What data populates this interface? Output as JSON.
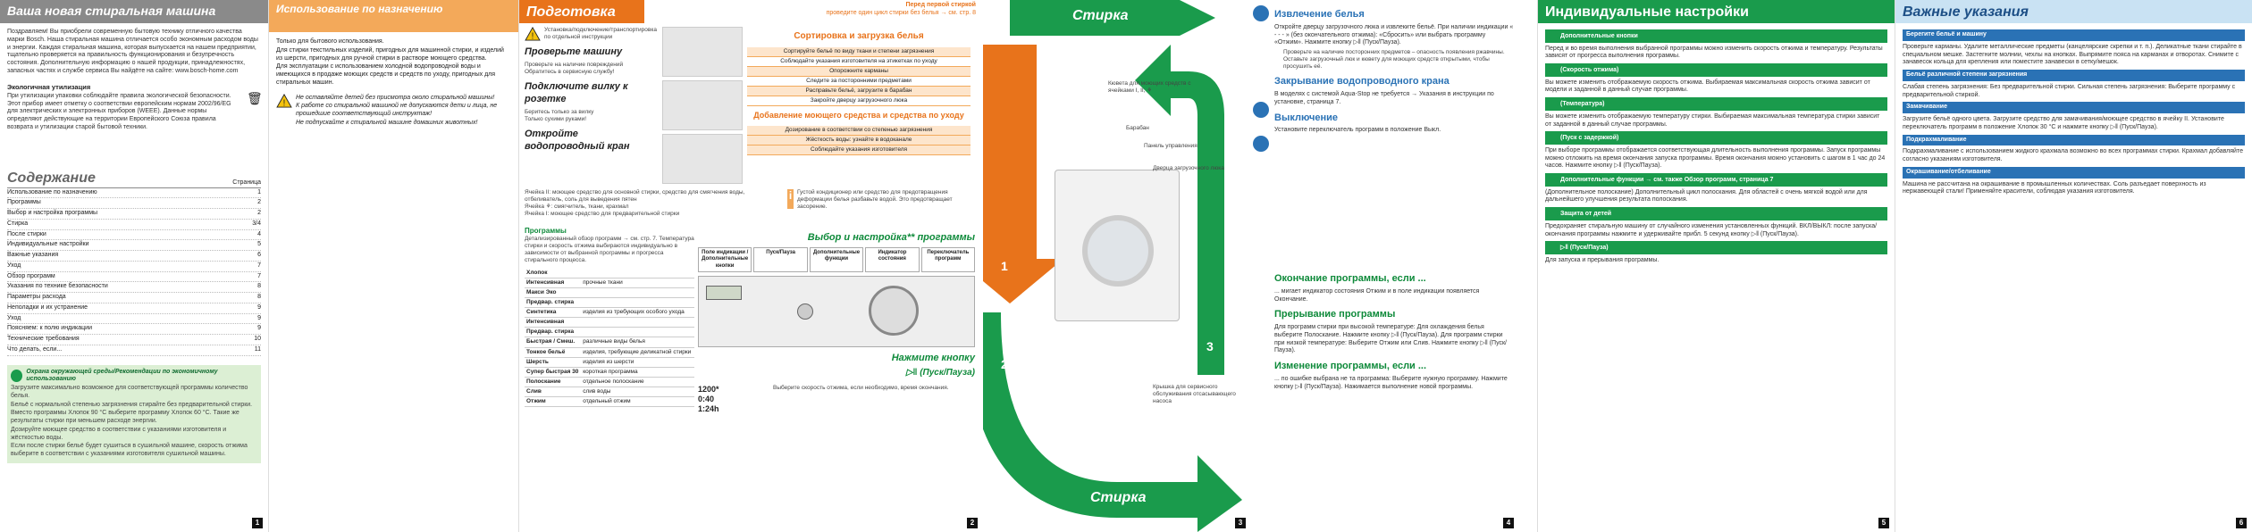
{
  "p1": {
    "title": "Ваша новая стиральная машина",
    "intro": "Поздравляем! Вы приобрели современную бытовую технику отличного качества марки Bosch. Наша стиральная машина отличается особо экономным расходом воды и энергии. Каждая стиральная машина, которая выпускается на нашем предприятии, тщательно проверяется на правильность функционирования и безупречность состояния. Дополнительную информацию о нашей продукции, принадлежностях, запасных частях и службе сервиса Вы найдёте на сайте: www.bosch-home.com",
    "disposal_title": "Экологичная утилизация",
    "disposal_text": "При утилизации упаковки соблюдайте правила экологической безопасности. Этот прибор имеет отметку о соответствии европейским нормам 2002/96/EG для электрических и электронных приборов (WEEE). Данные нормы определяют действующие на территории Европейского Союза правила возврата и утилизации старой бытовой техники.",
    "toc_title": "Содержание",
    "toc_page": "Страница",
    "toc": [
      {
        "label": "Использование по назначению",
        "page": "1"
      },
      {
        "label": "Программы",
        "page": "2"
      },
      {
        "label": "Выбор и настройка программы",
        "page": "2"
      },
      {
        "label": "Стирка",
        "page": "3/4"
      },
      {
        "label": "После стирки",
        "page": "4"
      },
      {
        "label": "Индивидуальные настройки",
        "page": "5"
      },
      {
        "label": "Важные указания",
        "page": "6"
      },
      {
        "label": "Уход",
        "page": "7"
      },
      {
        "label": "Обзор программ",
        "page": "7"
      },
      {
        "label": "Указания по технике безопасности",
        "page": "8"
      },
      {
        "label": "Параметры расхода",
        "page": "8"
      },
      {
        "label": "Неполадки и их устранение",
        "page": "9"
      },
      {
        "label": "Уход",
        "page": "9"
      },
      {
        "label": "Поясняем: к полю индикации",
        "page": "9"
      },
      {
        "label": "Технические требования",
        "page": "10"
      },
      {
        "label": "Что делать, если...",
        "page": "11"
      }
    ],
    "env_title": "Охрана окружающей среды/Рекомендации по экономичному использованию",
    "env_items": [
      "Загрузите максимально возможное для соответствующей программы количество белья.",
      "Бельё с нормальной степенью загрязнения стирайте без предварительной стирки.",
      "Вместо программы Хлопок 90 °C выберите программу Хлопок 60 °C. Такие же результаты стирки при меньшем расходе энергии.",
      "Дозируйте моющее средство в соответствии с указаниями изготовителя и жёсткостью воды.",
      "Если после стирки бельё будет сушиться в сушильной машине, скорость отжима выберите в соответствии с указаниями изготовителя сушильной машины."
    ],
    "page_no": "1"
  },
  "p1b": {
    "title": "Использование по назначению",
    "items": [
      "Только для бытового использования.",
      "Для стирки текстильных изделий, пригодных для машинной стирки, и изделий из шерсти, пригодных для ручной стирки в растворе моющего средства.",
      "Для эксплуатации с использованием холодной водопроводной воды и имеющихся в продаже моющих средств и средств по уходу, пригодных для стиральных машин."
    ],
    "warnings": [
      "Не оставляйте детей без присмотра около стиральной машины!",
      "К работе со стиральной машиной не допускаются дети и лица, не прошедшие соответствующий инструктаж!",
      "Не подпускайте к стиральной машине домашних животных!"
    ]
  },
  "p2": {
    "prep_title": "Подготовка",
    "prep_sub": "Перед первой стиркой",
    "prep_sub2": "проведите один цикл стирки без белья → см. стр. 8",
    "prep_box": "Установка/подключение/транспортировка по отдельной инструкции",
    "check_title": "Проверьте машину",
    "check_items": [
      "Проверьте на наличие повреждений",
      "Обратитесь в сервисную службу!"
    ],
    "plug_title": "Подключите вилку к розетке",
    "plug_items": [
      "Беритесь только за вилку",
      "Только сухими руками!"
    ],
    "tap_title": "Откройте водопроводный кран",
    "sort_title": "Сортировка и загрузка белья",
    "sort_rows": [
      "Сортируйте бельё по виду ткани и степени загрязнения",
      "Соблюдайте указания изготовителя на этикетках по уходу",
      "Опорожните карманы",
      "Следите за посторонними предметами",
      "Расправьте бельё, загрузите в барабан",
      "Закройте дверцу загрузочного люка"
    ],
    "det_title": "Добавление моющего средства и средства по уходу",
    "det_rows": [
      "Дозирование в соответствии со степенью загрязнения",
      "Жёсткость воды: узнайте в водоканале",
      "Соблюдайте указания изготовителя"
    ],
    "notes": [
      "Ячейка II: моющее средство для основной стирки, средство для смягчения воды, отбеливатель, соль для выведения пятен",
      "Ячейка ⚘: смягчитель, ткани, крахмал",
      "Ячейка I: моющее средство для предварительной стирки"
    ],
    "info_text": "Густой кондиционер или средство для предотвращения деформации белья разбавьте водой. Это предотвращает засорение.",
    "prog_title": "Программы",
    "prog_text": "Детализированный обзор программ → см. стр. 7. Температура стирки и скорость отжима выбираются индивидуально в зависимости от выбранной программы и прогресса стирального процесса.",
    "programs": [
      {
        "name": "Хлопок",
        "desc": ""
      },
      {
        "name": "Интенсивная",
        "desc": "прочные ткани"
      },
      {
        "name": "Макси Эко",
        "desc": ""
      },
      {
        "name": "Предвар. стирка",
        "desc": ""
      },
      {
        "name": "Синтетика",
        "desc": "изделия из требующих особого ухода"
      },
      {
        "name": "Интенсивная",
        "desc": ""
      },
      {
        "name": "Предвар. стирка",
        "desc": ""
      },
      {
        "name": "Быстрая / Смеш.",
        "desc": "различные виды белья"
      },
      {
        "name": "Тонкое бельё",
        "desc": "изделия, требующие деликатной стирки"
      },
      {
        "name": "Шерсть",
        "desc": "изделия из шерсти"
      },
      {
        "name": "Супер быстрая 30",
        "desc": "короткая программа"
      },
      {
        "name": "Полоскание",
        "desc": "отдельное полоскание"
      },
      {
        "name": "Слив",
        "desc": "слив воды"
      },
      {
        "name": "Отжим",
        "desc": "отдельный отжим"
      }
    ],
    "choose_title": "Выбор и настройка** программы",
    "panel_cols": [
      "Поле индикации / Дополнительные кнопки",
      "Пуск/Пауза",
      "Дополнительные функции",
      "Индикатор состояния",
      "Переключатель программ"
    ],
    "click_title": "Нажмите кнопку",
    "click_btn": "▷‖ (Пуск/Пауза)",
    "panel_vals": [
      "1200*",
      "0:40",
      "1:24h"
    ],
    "info2": "Выберите скорость отжима, если необходимо, время окончания.",
    "page_no": "2"
  },
  "p3": {
    "title": "Стирка",
    "title_bottom": "Стирка",
    "labels": [
      "Кювета для моющих средств с ячейками I, II, ⚘",
      "Барабан",
      "Панель управления",
      "Дверца загрузочного люка",
      "Крышка для сервисного обслуживания отсасывающего насоса"
    ],
    "steps": [
      "1",
      "2",
      "3"
    ],
    "page_no": "3"
  },
  "p4": {
    "unload_title": "Извлечение белья",
    "unload_text": "Откройте дверцу загрузочного люка и извлеките бельё. При наличии индикации « - - - » (без окончательного отжима): «Сбросить» или выбрать программу «Отжим». Нажмите кнопку ▷‖ (Пуск/Пауза).",
    "unload_items": [
      "Проверьте на наличие посторонних предметов – опасность появления ржавчины.",
      "Оставьте загрузочный люк и кювету для моющих средств открытыми, чтобы просушить её."
    ],
    "tap_title": "Закрывание водопроводного крана",
    "tap_text": "В моделях с системой Aqua-Stop не требуется → Указания в инструкции по установке, страница 7.",
    "off_title": "Выключение",
    "off_text": "Установите переключатель программ в положение Выкл.",
    "end_title": "Окончание программы, если ...",
    "end_text": "... мигает индикатор состояния Отжим и в поле индикации появляется Окончание.",
    "int_title": "Прерывание программы",
    "int_text": "Для программ стирки при высокой температуре: Для охлаждения белья выберите Полоскание. Нажмите кнопку ▷‖ (Пуск/Пауза). Для программ стирки при низкой температуре: Выберите Отжим или Слив. Нажмите кнопку ▷‖ (Пуск/Пауза).",
    "chg_title": "Изменение программы, если ...",
    "chg_text": "... по ошибке выбрана не та программа: Выберите нужную программу. Нажмите кнопку ▷‖ (Пуск/Пауза). Нажимается выполнение новой программы.",
    "page_no": "4"
  },
  "p5": {
    "title": "Индивидуальные настройки",
    "sections": [
      {
        "title": "Дополнительные кнопки",
        "text": "Перед и во время выполнения выбранной программы можно изменить скорость отжима и температуру. Результаты зависят от прогресса выполнения программы."
      },
      {
        "title": "(Скорость отжима)",
        "text": "Вы можете изменить отображаемую скорость отжима. Выбираемая максимальная скорость отжима зависит от модели и заданной в данный случае программы."
      },
      {
        "title": "(Температура)",
        "text": "Вы можете изменить отображаемую температуру стирки. Выбираемая максимальная температура стирки зависит от заданной в данный случае программы."
      },
      {
        "title": "(Пуск с задержкой)",
        "text": "При выборе программы отображается соответствующая длительность выполнения программы. Запуск программы можно отложить на время окончания запуска программы. Время окончания можно установить с шагом в 1 час до 24 часов. Нажмите кнопку ▷‖ (Пуск/Пауза)."
      },
      {
        "title": "Дополнительные функции → см. также Обзор программ, страница 7",
        "text": "(Дополнительное полоскание) Дополнительный цикл полоскания. Для областей с очень мягкой водой или для дальнейшего улучшения результата полоскания."
      },
      {
        "title": "Защита от детей",
        "text": "Предохраняет стиральную машину от случайного изменения установленных функций. ВКЛ/ВЫКЛ: после запуска/окончания программы нажмите и удерживайте прибл. 5 секунд кнопку ▷‖ (Пуск/Пауза)."
      },
      {
        "title": "▷‖ (Пуск/Пауза)",
        "text": "Для запуска и прерывания программы."
      }
    ],
    "page_no": "5"
  },
  "p6": {
    "title": "Важные указания",
    "sections": [
      {
        "title": "Берегите бельё и машину",
        "text": "Проверьте карманы. Удалите металлические предметы (канцелярские скрепки и т. п.). Деликатные ткани стирайте в специальном мешке. Застегните молнии, чехлы на кнопках. Выпрямите пояса на карманах и отворотах. Снимите с занавесок кольца для крепления или поместите занавески в сетку/мешок."
      },
      {
        "title": "Бельё различной степени загрязнения",
        "text": "Слабая степень загрязнения: Без предварительной стирки. Сильная степень загрязнения: Выберите программу с предварительной стиркой."
      },
      {
        "title": "Замачивание",
        "text": "Загрузите бельё одного цвета. Загрузите средство для замачивания/моющее средство в ячейку II. Установите переключатель программ в положение Хлопок 30 °C и нажмите кнопку ▷‖ (Пуск/Пауза)."
      },
      {
        "title": "Подкрахмаливание",
        "text": "Подкрахмаливание с использованием жидкого крахмала возможно во всех программах стирки. Крахмал добавляйте согласно указаниям изготовителя."
      },
      {
        "title": "Окрашивание/отбеливание",
        "text": "Машина не рассчитана на окрашивание в промышленных количествах. Соль разъедает поверхность из нержавеющей стали! Применяйте красители, соблюдая указания изготовителя."
      }
    ],
    "page_no": "6"
  }
}
